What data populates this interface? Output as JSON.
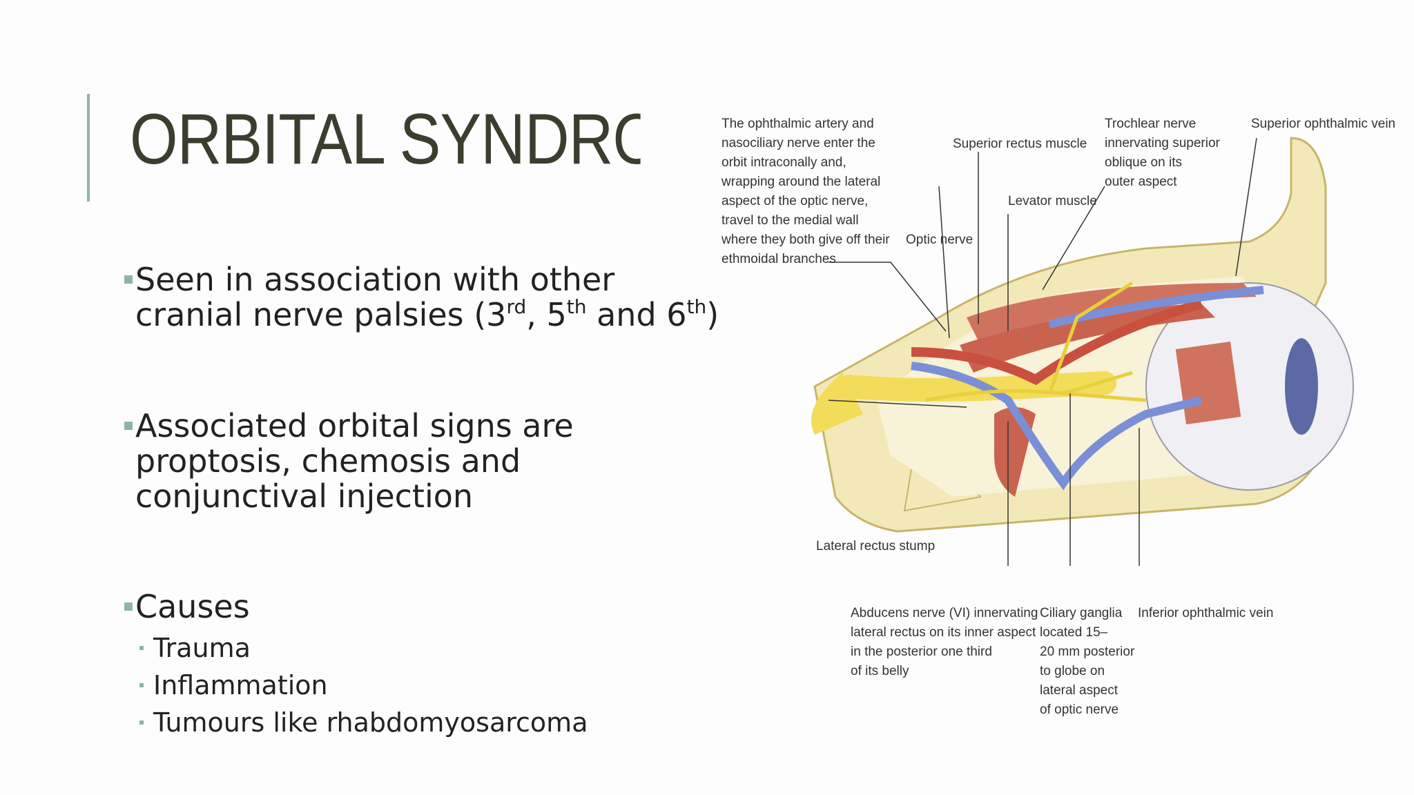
{
  "slide": {
    "title": "ORBITAL SYNDROM",
    "bullet1": {
      "line1": "Seen in association with other",
      "line2_pre": "cranial nerve palsies (3",
      "sup1": "rd",
      "mid1": ", 5",
      "sup2": "th",
      "mid2": " and 6",
      "sup3": "th",
      "end": ")"
    },
    "bullet2": {
      "line1": "Associated orbital signs are",
      "line2": "proptosis, chemosis and",
      "line3": "conjunctival injection"
    },
    "bullet3": {
      "label": "Causes",
      "items": [
        "Trauma",
        "Inflammation",
        "Tumours like rhabdomyosarcoma"
      ]
    }
  },
  "diagram": {
    "labels": {
      "artery": [
        "The ophthalmic artery and",
        "nasociliary nerve enter the",
        "orbit intraconally and,",
        "wrapping around the lateral",
        "aspect of the optic nerve,",
        "travel to the medial wall",
        "where they both give off their",
        "ethmoidal branches"
      ],
      "superior_rectus": "Superior rectus muscle",
      "trochlear": [
        "Trochlear nerve",
        "innervating superior",
        "oblique on its",
        "outer aspect"
      ],
      "superior_vein": "Superior ophthalmic vein",
      "levator": "Levator muscle",
      "optic_nerve": "Optic nerve",
      "lateral_rectus": "Lateral rectus stump",
      "abducens": [
        "Abducens nerve (VI) innervating",
        "lateral rectus on its inner aspect",
        "in the posterior one third",
        "of its belly"
      ],
      "ciliary": [
        "Ciliary ganglia",
        "located 15–",
        "20 mm posterior",
        "to globe on",
        "lateral aspect",
        "of optic nerve"
      ],
      "inferior_vein": "Inferior ophthalmic vein"
    },
    "colors": {
      "bone": "#f3e9b8",
      "nerve": "#f2dc5a",
      "artery": "#c9503f",
      "vein": "#7b8fd6",
      "muscle": "#d0735e",
      "globe": "#f0f0f4"
    }
  }
}
